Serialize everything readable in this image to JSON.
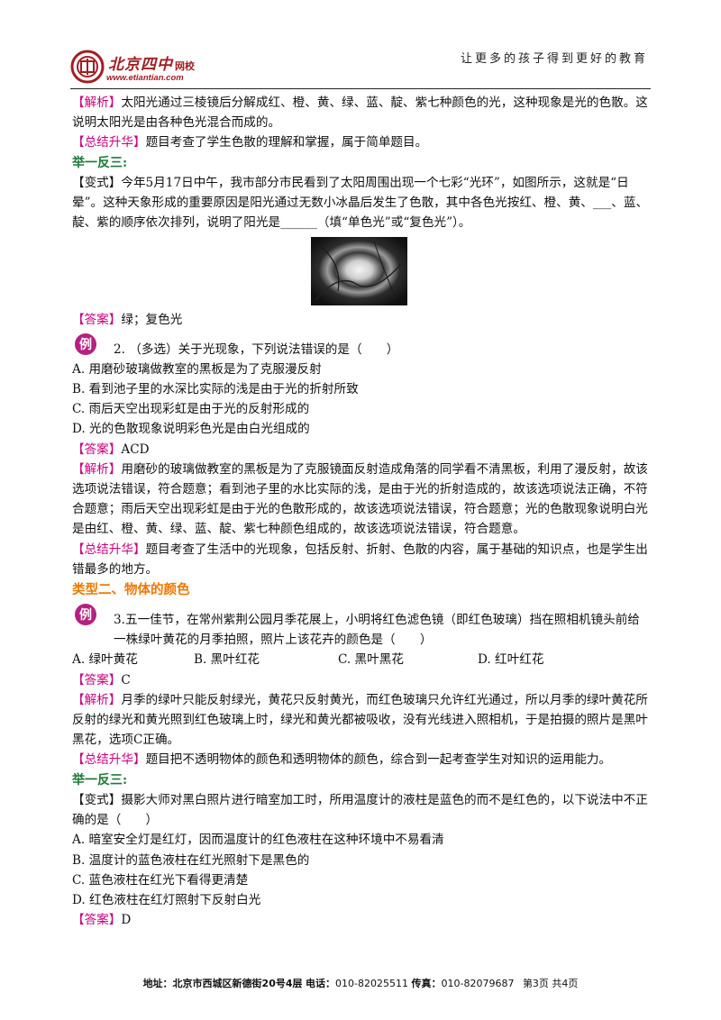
{
  "header": {
    "logo_cn": "北京四中",
    "logo_suffix": "网校",
    "logo_url": "www.etiantian.com",
    "slogan": "让更多的孩子得到更好的教育"
  },
  "blocks": {
    "b1": "【解析】",
    "b1_text": "太阳光通过三棱镜后分解成红、橙、黄、绿、蓝、靛、紫七种颜色的光，这种现象是光的色散。这说明太阳光是由各种色光混合而成的。",
    "b2": "【总结升华】",
    "b2_text": "题目考查了学生色散的理解和掌握，属于简单题目。",
    "b3": "举一反三:",
    "b4_text": "【变式】今年5月17日中午，我市部分市民看到了太阳周围出现一个七彩“光环”，如图所示，这就是“日晕”。这种天象形成的重要原因是阳光通过无数小冰晶后发生了色散，其中各色光按红、橙、黄、___、蓝、靛、紫的顺序依次排列，说明了阳光是______（填“单色光”或“复色光”）。",
    "b5": "【答案】",
    "b5_text": "绿；复色光",
    "q2": "2. （多选）关于光现象，下列说法错误的是（　　）",
    "q2_a": "A. 用磨砂玻璃做教室的黑板是为了克服漫反射",
    "q2_b": "B. 看到池子里的水深比实际的浅是由于光的折射所致",
    "q2_c": "C. 雨后天空出现彩虹是由于光的反射形成的",
    "q2_d": "D. 光的色散现象说明彩色光是由白光组成的",
    "q2_ans_tag": "【答案】",
    "q2_ans": "ACD",
    "q2_jx_tag": "【解析】",
    "q2_jx": "用磨砂的玻璃做教室的黑板是为了克服镜面反射造成角落的同学看不清黑板，利用了漫反射，故该选项说法错误，符合题意；看到池子里的水比实际的浅，是由于光的折射造成的，故该选项说法正确，不符合题意；雨后天空出现彩虹是由于光的色散形成的，故该选项说法错误，符合题意；光的色散现象说明白光是由红、橙、黄、绿、蓝、靛、紫七种颜色组成的，故该选项说法错误，符合题意。",
    "q2_zj_tag": "【总结升华】",
    "q2_zj": "题目考查了生活中的光现象，包括反射、折射、色散的内容，属于基础的知识点，也是学生出错最多的地方。",
    "type2": "类型二、物体的颜色",
    "q3": "3.五一佳节，在常州紫荆公园月季花展上，小明将红色滤色镜（即红色玻璃）挡在照相机镜头前给一株绿叶黄花的月季拍照，照片上该花卉的颜色是（　　）",
    "q3_opts": [
      "A. 绿叶黄花",
      "B. 黑叶红花",
      "C. 黑叶黑花",
      "D. 红叶红花"
    ],
    "q3_ans_tag": "【答案】",
    "q3_ans": "C",
    "q3_jx_tag": "【解析】",
    "q3_jx": "月季的绿叶只能反射绿光，黄花只反射黄光，而红色玻璃只允许红光通过，所以月季的绿叶黄花所反射的绿光和黄光照到红色玻璃上时，绿光和黄光都被吸收，没有光线进入照相机，于是拍摄的照片是黑叶黑花，选项C正确。",
    "q3_zj_tag": "【总结升华】",
    "q3_zj": "题目把不透明物体的颜色和透明物体的颜色，综合到一起考查学生对知识的运用能力。",
    "jyfs2": "举一反三:",
    "bs2": "【变式】摄影大师对黑白照片进行暗室加工时，所用温度计的液柱是蓝色的而不是红色的，以下说法中不正确的是（　　）",
    "bs2_a": "A. 暗室安全灯是红灯，因而温度计的红色液柱在这种环境中不易看清",
    "bs2_b": "B. 温度计的蓝色液柱在红光照射下是黑色的",
    "bs2_c": "C. 蓝色液柱在红光下看得更清楚",
    "bs2_d": "D. 红色液柱在红灯照射下反射白光",
    "bs2_ans_tag": "【答案】",
    "bs2_ans": "D",
    "li_badge": "例"
  },
  "footer": {
    "addr_label": "地址：北京市西城区新德街20号4层",
    "tel_label": "电话：",
    "tel": "010-82025511",
    "fax_label": "传真：",
    "fax": "010-82079687",
    "page": "第3页  共4页"
  },
  "colors": {
    "brand": "#a31d22",
    "tag": "#c8007f",
    "green": "#1f7a3a",
    "orange": "#f07800"
  }
}
